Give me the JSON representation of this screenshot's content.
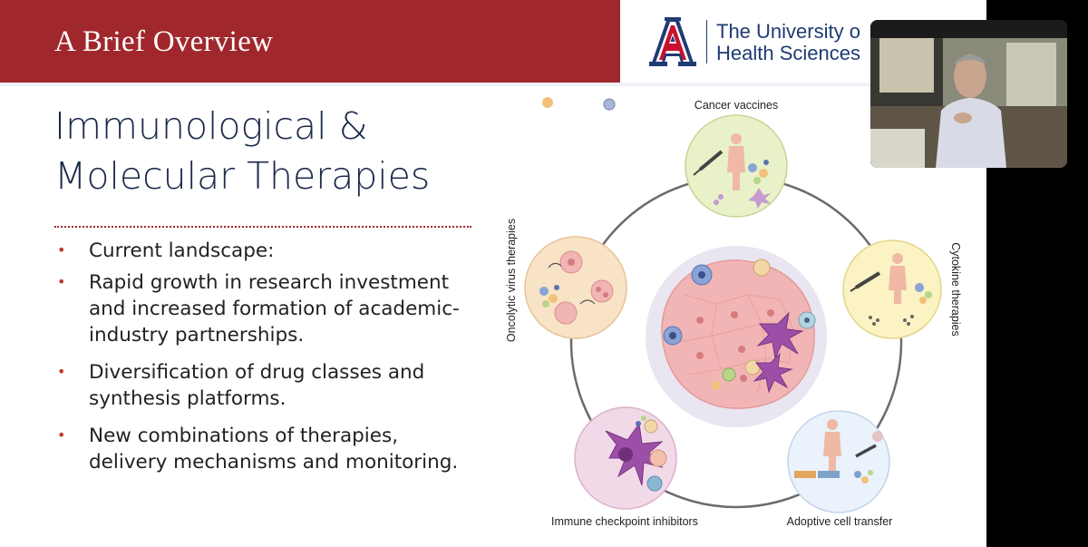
{
  "header": {
    "title": "A Brief Overview",
    "university_line1": "The University o",
    "university_line2": "Health Sciences",
    "logo_icon": "arizona-a-logo",
    "brand_color": "#a0282d",
    "navy_color": "#1f3b73"
  },
  "slide": {
    "heading_line1": "Immunological &",
    "heading_line2": "Molecular Therapies",
    "bullets": [
      "Current landscape:",
      "Rapid growth in research investment and increased formation of academic-industry partnerships.",
      "Diversification of drug classes and synthesis platforms.",
      "New combinations of therapies, delivery mechanisms and monitoring."
    ]
  },
  "diagram": {
    "labels": {
      "cancer_vaccines": "Cancer vaccines",
      "cytokine_therapies": "Cytokine therapies",
      "adoptive_cell_transfer": "Adoptive cell transfer",
      "immune_checkpoint_inhibitors": "Immune checkpoint inhibitors",
      "oncolytic_virus_therapies": "Oncolytic virus therapies"
    }
  },
  "webcam": {
    "icon": "presenter-video-thumbnail"
  }
}
